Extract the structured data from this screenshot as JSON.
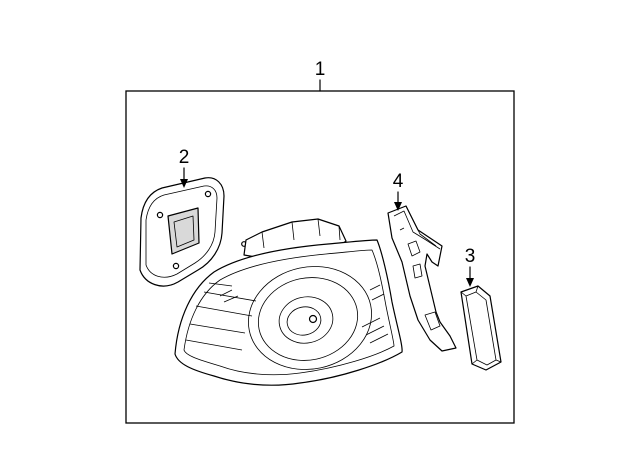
{
  "diagram": {
    "callouts": {
      "assembly": "1",
      "gasket": "2",
      "reflector": "3",
      "bracket": "4"
    }
  }
}
